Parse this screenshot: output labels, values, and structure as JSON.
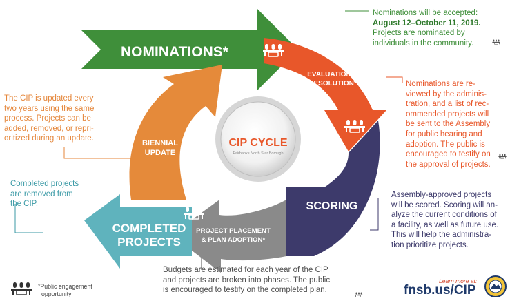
{
  "center": {
    "title": "CIP CYCLE",
    "subtitle": "Fairbanks North Star Borough"
  },
  "stages": {
    "nominations": "NOMINATIONS*",
    "evaluation": [
      "EVALUATION",
      "& RESOLUTION*"
    ],
    "scoring": "SCORING",
    "placement": [
      "PROJECT PLACEMENT",
      "& PLAN ADOPTION*"
    ],
    "completed": [
      "COMPLETED",
      "PROJECTS"
    ],
    "biennial": [
      "BIENNIAL",
      "UPDATE"
    ]
  },
  "notes": {
    "nominations": {
      "line1": "Nominations will be accepted:",
      "dates": "August 12–October 11, 2019.",
      "line3": "Projects are nominated by",
      "line4": "individuals in the community."
    },
    "evaluation": [
      "Nominations are re-",
      "viewed by the adminis-",
      "tration, and a list of rec-",
      "ommended projects will",
      "be sent to the Assembly",
      "for public hearing and",
      "adoption. The public is",
      "encouraged to testify on",
      "the approval of projects."
    ],
    "scoring": [
      "Assembly-approved projects",
      "will be scored. Scoring will an-",
      "alyze the current conditions of",
      "a facility, as well as future use.",
      "This will help the administra-",
      "tion prioritize projects."
    ],
    "placement": [
      "Budgets are estimated for each year of the CIP",
      "and projects are broken into phases. The public",
      "is encouraged to testify on the completed plan."
    ],
    "biennial": [
      "The CIP is updated every",
      "two years using the same",
      "process. Projects can be",
      "added, removed, or repri-",
      "oritized during an update."
    ],
    "completed": [
      "Completed projects",
      "are removed from",
      "the CIP."
    ]
  },
  "legend": {
    "line1": "*Public engagement",
    "line2": "opportunity"
  },
  "footer": {
    "learn_more": "Learn more at:",
    "url": "fnsb.us/CIP"
  },
  "icons": {
    "public": "audience-icon",
    "seal": "borough-seal-icon"
  },
  "colors": {
    "nominations": "#3f8f3a",
    "evaluation": "#e8572a",
    "scoring": "#3d3a6b",
    "placement": "#8a8a8a",
    "completed": "#5fb3bd",
    "biennial": "#e58a3a"
  }
}
